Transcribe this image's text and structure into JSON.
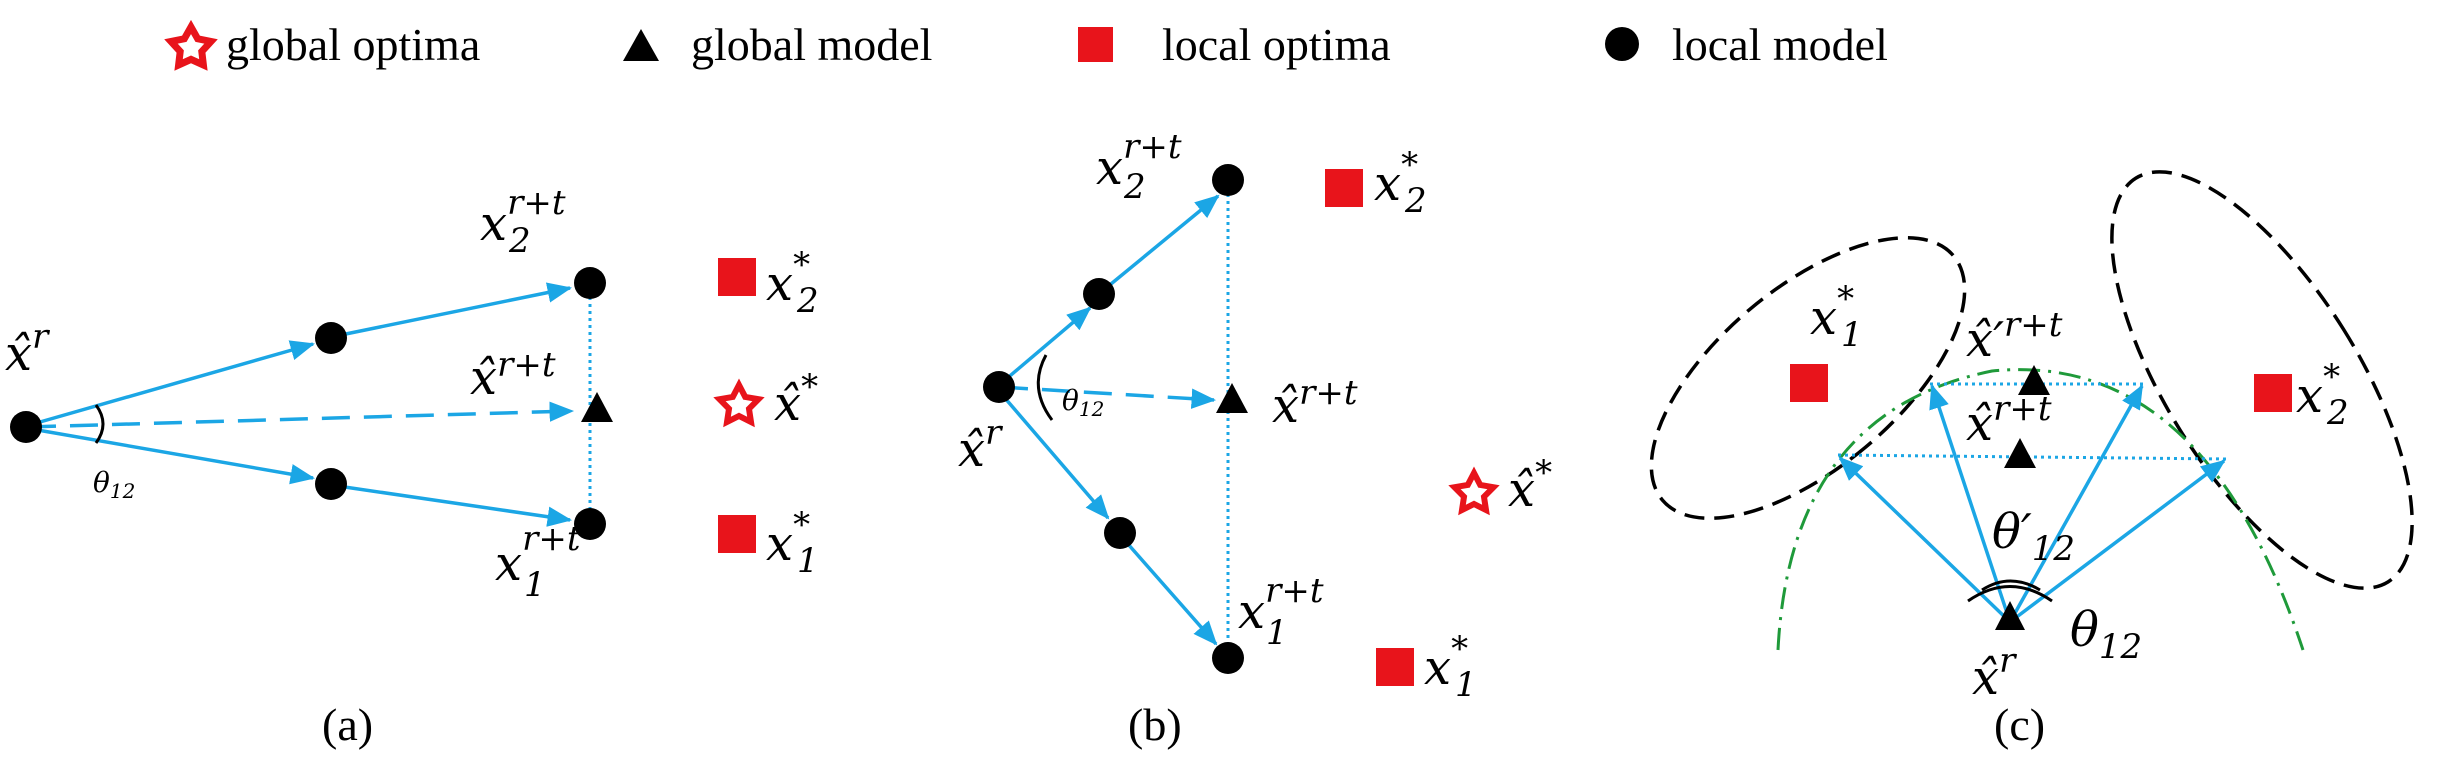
{
  "legend": {
    "global_optima": "global optima",
    "global_model": "global model",
    "local_optima": "local optima",
    "local_model": "local model"
  },
  "colors": {
    "arrow": "#1BA6E5",
    "optima": "#E8141B",
    "model": "#000000",
    "boundary_green": "#1f9a3a"
  },
  "panels": {
    "a": {
      "caption": "(a)",
      "x_hat_r": "x̂",
      "sup_r": "r",
      "theta": "θ",
      "theta_sub": "12",
      "x2": "x",
      "x2_sub": "2",
      "x2_sup": "r+t",
      "x1": "x",
      "x1_sub": "1",
      "x1_sup": "r+t",
      "xhat_rt": "x̂",
      "xhat_rt_sup": "r+t",
      "x2_star": "x",
      "x2_star_sub": "2",
      "x1_star": "x",
      "x1_star_sub": "1",
      "xhat_star": "x̂",
      "star": "*"
    },
    "b": {
      "caption": "(b)",
      "x_hat_r": "x̂",
      "sup_r": "r",
      "theta": "θ",
      "theta_sub": "12",
      "x2": "x",
      "x2_sub": "2",
      "x2_sup": "r+t",
      "x1": "x",
      "x1_sub": "1",
      "x1_sup": "r+t",
      "xhat_rt": "x̂",
      "xhat_rt_sup": "r+t",
      "x2_star": "x",
      "x2_star_sub": "2",
      "x1_star": "x",
      "x1_star_sub": "1",
      "xhat_star": "x̂",
      "star": "*"
    },
    "c": {
      "caption": "(c)",
      "x_hat_r": "x̂",
      "sup_r": "r",
      "theta": "θ",
      "theta_sub": "12",
      "theta_prime": "θ′",
      "theta_prime_sub": "12",
      "x1_star": "x",
      "x1_star_sub": "1",
      "x2_star": "x",
      "x2_star_sub": "2",
      "xhat_prime_rt": "x̂′",
      "xhat_prime_rt_sup": "r+t",
      "xhat_rt": "x̂",
      "xhat_rt_sup": "r+t",
      "star": "*"
    }
  }
}
